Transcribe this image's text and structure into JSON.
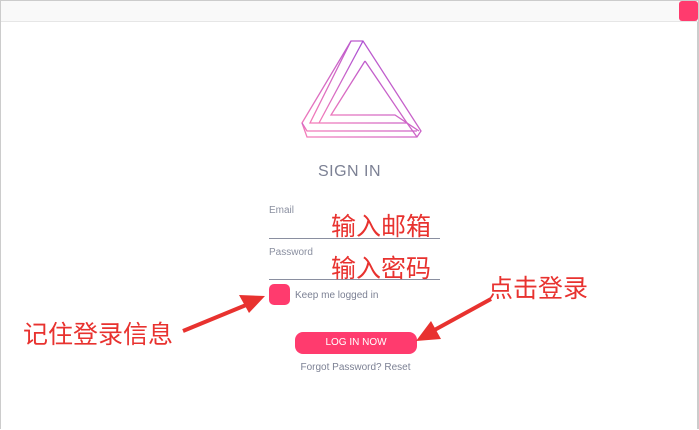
{
  "form": {
    "title": "SIGN IN",
    "email_label": "Email",
    "password_label": "Password",
    "remember_label": "Keep me logged in",
    "login_button": "LOG IN NOW",
    "forgot_text": "Forgot Password? Reset"
  },
  "annotations": {
    "email_hint": "输入邮箱",
    "password_hint": "输入密码",
    "remember_hint": "记住登录信息",
    "login_hint": "点击登录"
  },
  "colors": {
    "accent": "#ff3b6e",
    "annotation": "#e8322f"
  }
}
